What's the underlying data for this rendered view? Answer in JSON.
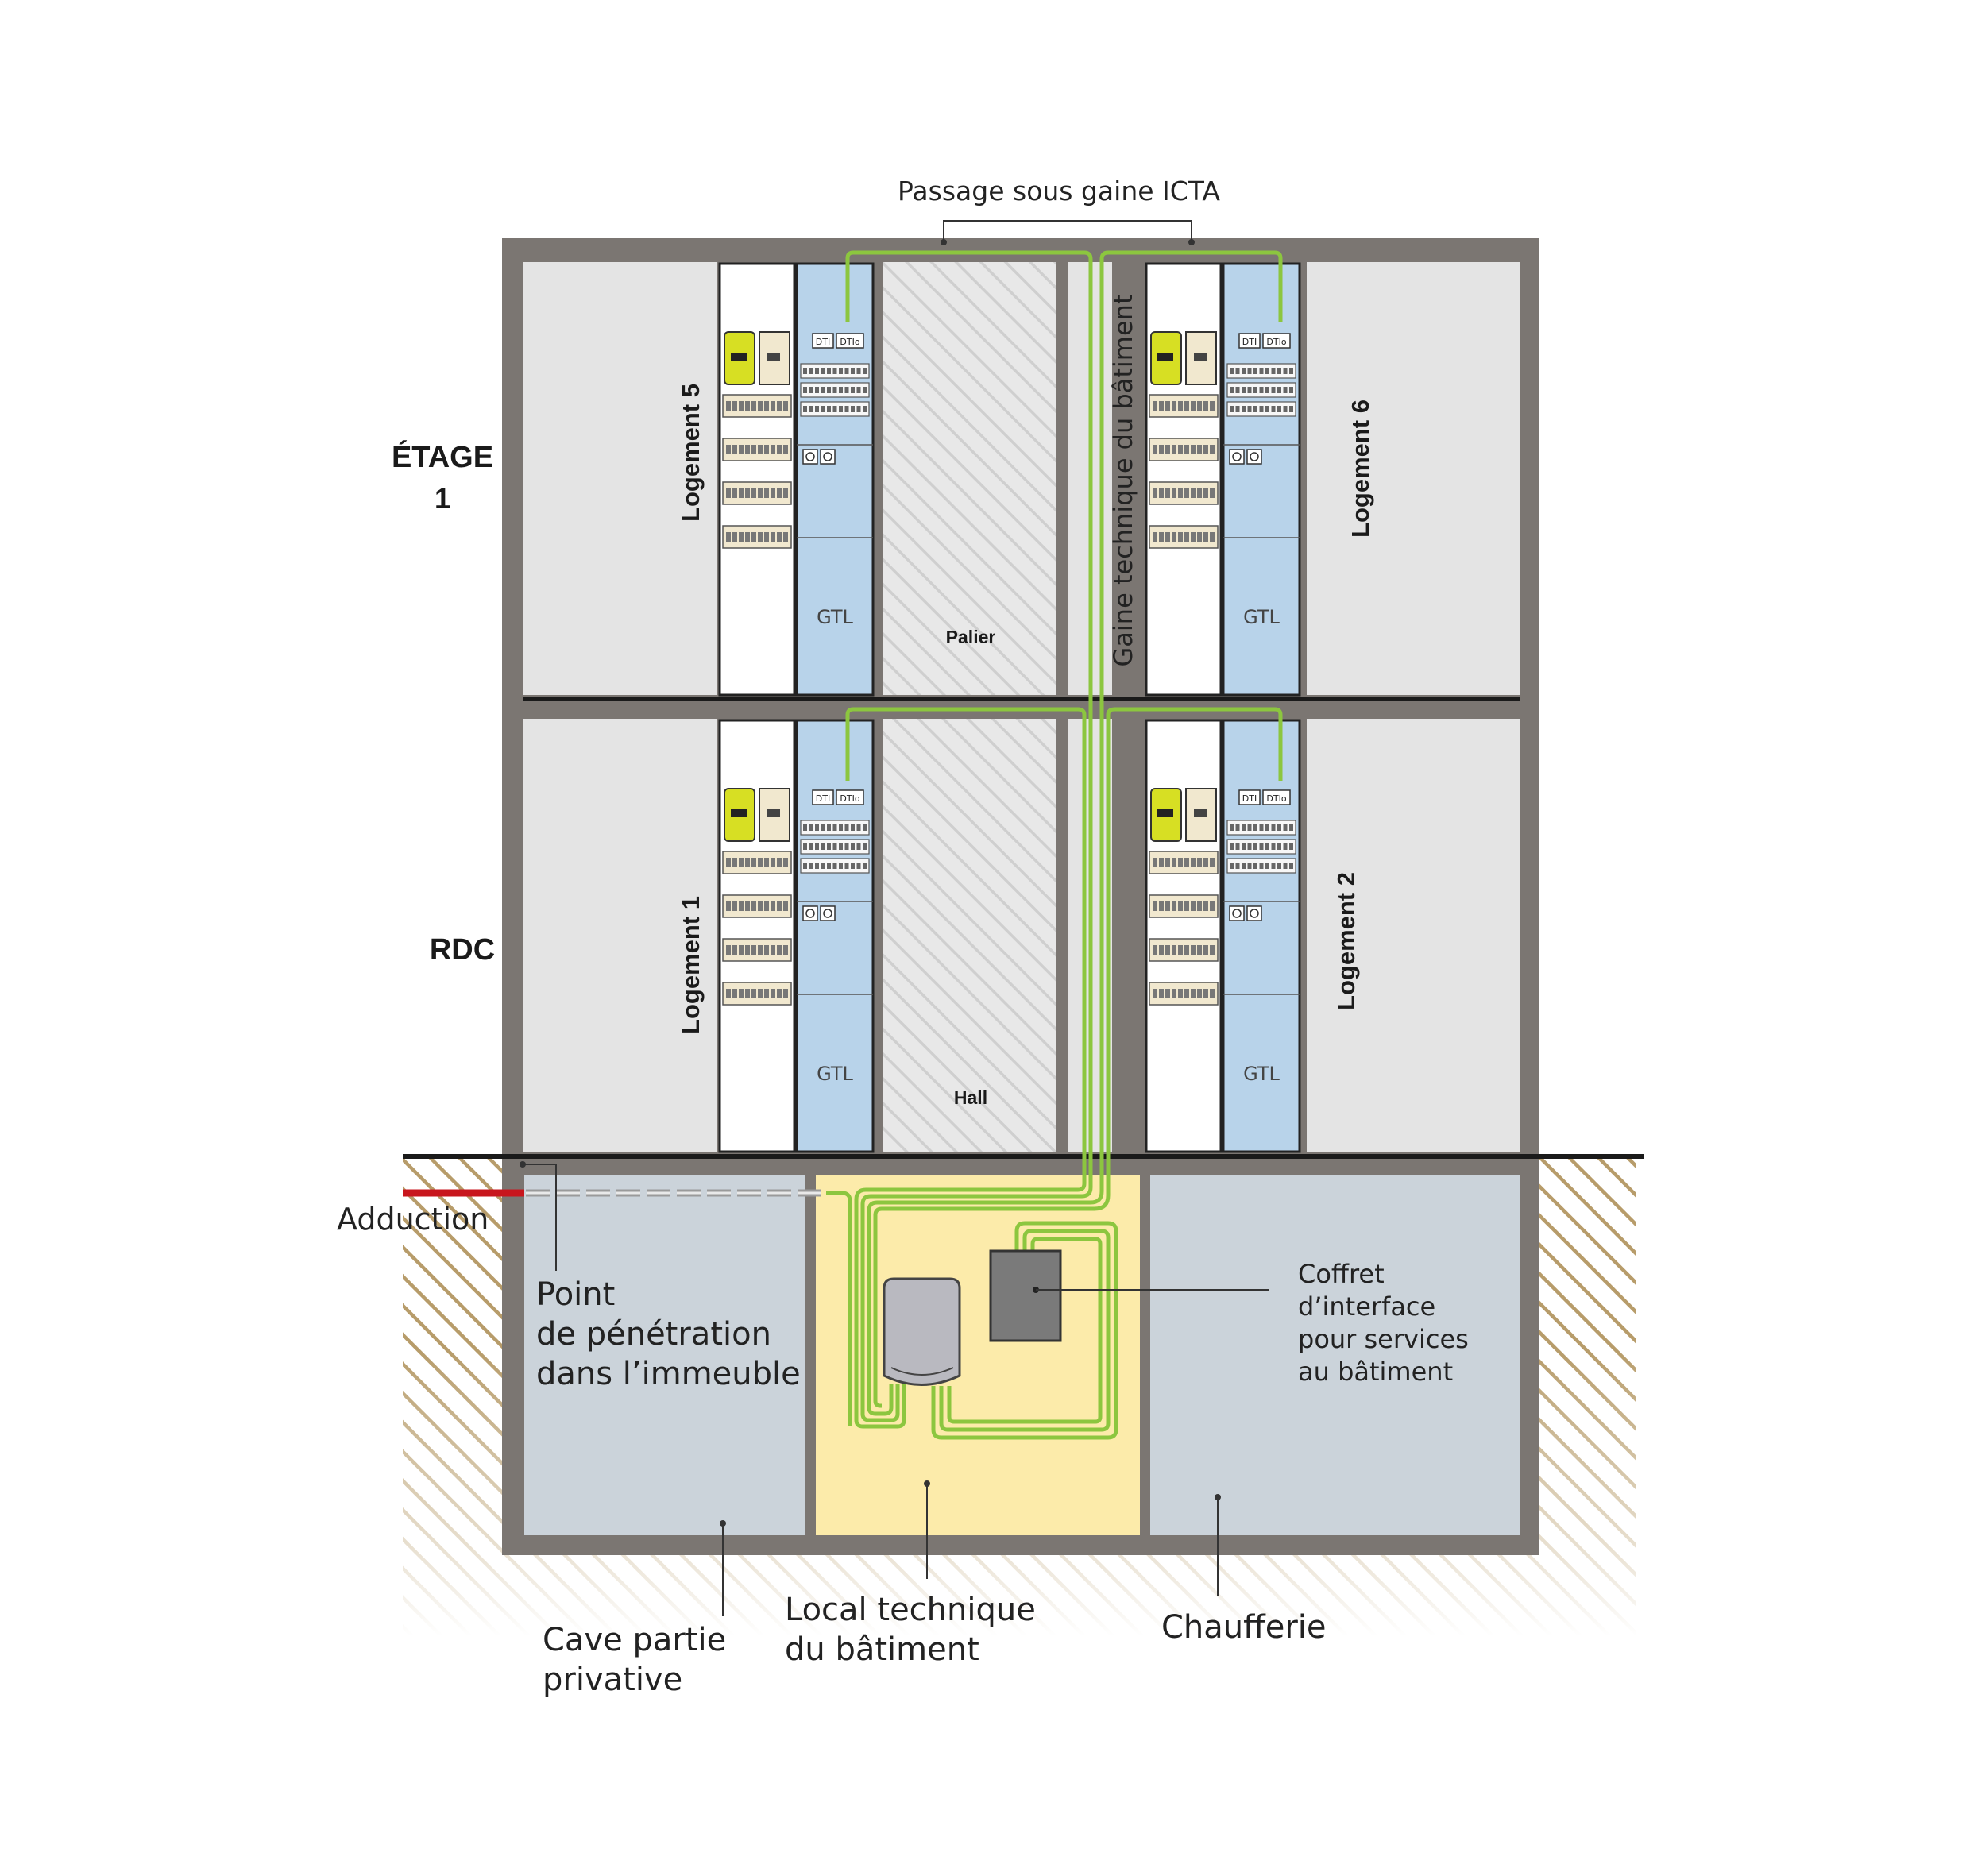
{
  "labels": {
    "top_duct": "Passage sous gaine ICTA",
    "riser": "Gaine technique du bâtiment",
    "floor_upper_line1": "ÉTAGE",
    "floor_upper_line2": "1",
    "floor_ground": "RDC",
    "dwelling_5": "Logement 5",
    "dwelling_6": "Logement 6",
    "dwelling_1": "Logement 1",
    "dwelling_2": "Logement 2",
    "gtl": "GTL",
    "dti": "DTI",
    "dtio": "DTIo",
    "landing": "Palier",
    "hall": "Hall",
    "adduction": "Adduction",
    "entry_point_line1": "Point",
    "entry_point_line2": "de pénétration",
    "entry_point_line3": "dans l’immeuble",
    "interface_box_line1": "Coffret",
    "interface_box_line2": "d’interface",
    "interface_box_line3": "pour services",
    "interface_box_line4": "au bâtiment",
    "cellar_line1": "Cave partie",
    "cellar_line2": "privative",
    "tech_room_line1": "Local technique",
    "tech_room_line2": "du bâtiment",
    "boiler_room": "Chaufferie"
  },
  "colors": {
    "wall": "#7b7672",
    "room": "#e4e4e4",
    "gtl_panel": "#b8d3ea",
    "cable": "#8cc63f",
    "tech_room": "#fcebaa",
    "basement_room": "#cbd3da",
    "soil": "#b79c6a",
    "adduction_cable": "#c8161d",
    "meter": "#d7df23"
  }
}
